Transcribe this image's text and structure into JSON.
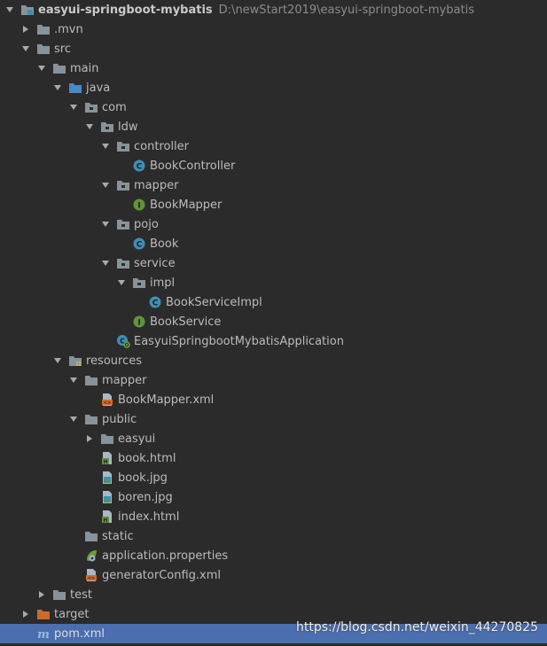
{
  "project_tree": {
    "rows": [
      {
        "name": "easyui-springboot-mybatis",
        "depth": 0,
        "expand": "open",
        "icon": "module-folder-icon",
        "root": true,
        "path": "D:\\newStart2019\\easyui-springboot-mybatis"
      },
      {
        "name": ".mvn",
        "depth": 1,
        "expand": "closed",
        "icon": "folder-icon"
      },
      {
        "name": "src",
        "depth": 1,
        "expand": "open",
        "icon": "folder-icon"
      },
      {
        "name": "main",
        "depth": 2,
        "expand": "open",
        "icon": "folder-icon"
      },
      {
        "name": "java",
        "depth": 3,
        "expand": "open",
        "icon": "source-folder-icon"
      },
      {
        "name": "com",
        "depth": 4,
        "expand": "open",
        "icon": "package-icon"
      },
      {
        "name": "ldw",
        "depth": 5,
        "expand": "open",
        "icon": "package-icon"
      },
      {
        "name": "controller",
        "depth": 6,
        "expand": "open",
        "icon": "package-icon"
      },
      {
        "name": "BookController",
        "depth": 7,
        "expand": "none",
        "icon": "java-class-icon"
      },
      {
        "name": "mapper",
        "depth": 6,
        "expand": "open",
        "icon": "package-icon"
      },
      {
        "name": "BookMapper",
        "depth": 7,
        "expand": "none",
        "icon": "java-interface-icon"
      },
      {
        "name": "pojo",
        "depth": 6,
        "expand": "open",
        "icon": "package-icon"
      },
      {
        "name": "Book",
        "depth": 7,
        "expand": "none",
        "icon": "java-class-icon"
      },
      {
        "name": "service",
        "depth": 6,
        "expand": "open",
        "icon": "package-icon"
      },
      {
        "name": "impl",
        "depth": 7,
        "expand": "open",
        "icon": "package-icon"
      },
      {
        "name": "BookServiceImpl",
        "depth": 8,
        "expand": "none",
        "icon": "java-class-icon"
      },
      {
        "name": "BookService",
        "depth": 7,
        "expand": "none",
        "icon": "java-interface-icon"
      },
      {
        "name": "EasyuiSpringbootMybatisApplication",
        "depth": 6,
        "expand": "none",
        "icon": "spring-boot-app-icon"
      },
      {
        "name": "resources",
        "depth": 3,
        "expand": "open",
        "icon": "resources-folder-icon"
      },
      {
        "name": "mapper",
        "depth": 4,
        "expand": "open",
        "icon": "folder-icon"
      },
      {
        "name": "BookMapper.xml",
        "depth": 5,
        "expand": "none",
        "icon": "xml-file-icon"
      },
      {
        "name": "public",
        "depth": 4,
        "expand": "open",
        "icon": "folder-icon"
      },
      {
        "name": "easyui",
        "depth": 5,
        "expand": "closed",
        "icon": "folder-icon"
      },
      {
        "name": "book.html",
        "depth": 5,
        "expand": "none",
        "icon": "html-file-icon"
      },
      {
        "name": "book.jpg",
        "depth": 5,
        "expand": "none",
        "icon": "image-file-icon"
      },
      {
        "name": "boren.jpg",
        "depth": 5,
        "expand": "none",
        "icon": "image-file-icon"
      },
      {
        "name": "index.html",
        "depth": 5,
        "expand": "none",
        "icon": "html-file-icon"
      },
      {
        "name": "static",
        "depth": 4,
        "expand": "none",
        "icon": "folder-icon"
      },
      {
        "name": "application.properties",
        "depth": 4,
        "expand": "none",
        "icon": "spring-properties-icon"
      },
      {
        "name": "generatorConfig.xml",
        "depth": 4,
        "expand": "none",
        "icon": "xml-file-icon"
      },
      {
        "name": "test",
        "depth": 2,
        "expand": "closed",
        "icon": "folder-icon"
      },
      {
        "name": "target",
        "depth": 1,
        "expand": "closed",
        "icon": "excluded-folder-icon"
      },
      {
        "name": "pom.xml",
        "depth": 1,
        "expand": "none",
        "icon": "maven-pom-icon",
        "selected": true
      }
    ]
  },
  "watermark": "https://blog.csdn.net/weixin_44270825",
  "colors": {
    "background": "#2b2b2b",
    "selection": "#4b6eaf",
    "text": "#bbbbbb",
    "path_text": "#8c8c8c",
    "folder": "#87939a",
    "java_class": "#3d8fb5",
    "java_interface": "#62933c",
    "xml": "#cc6a2c",
    "excluded_folder": "#cc6a2c"
  }
}
